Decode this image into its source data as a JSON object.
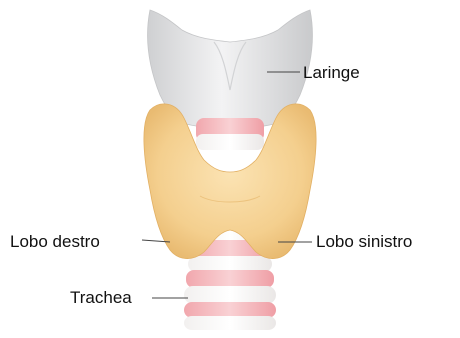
{
  "labels": {
    "larynx": "Laringe",
    "right_lobe": "Lobo destro",
    "left_lobe": "Lobo sinistro",
    "trachea": "Trachea"
  },
  "colors": {
    "larynx_fill": "#e6e6e6",
    "gland_fill": "#f6d49a",
    "trachea_pink": "#f4b9bd",
    "trachea_light": "#fbe9ea",
    "leader_line": "#444444"
  }
}
